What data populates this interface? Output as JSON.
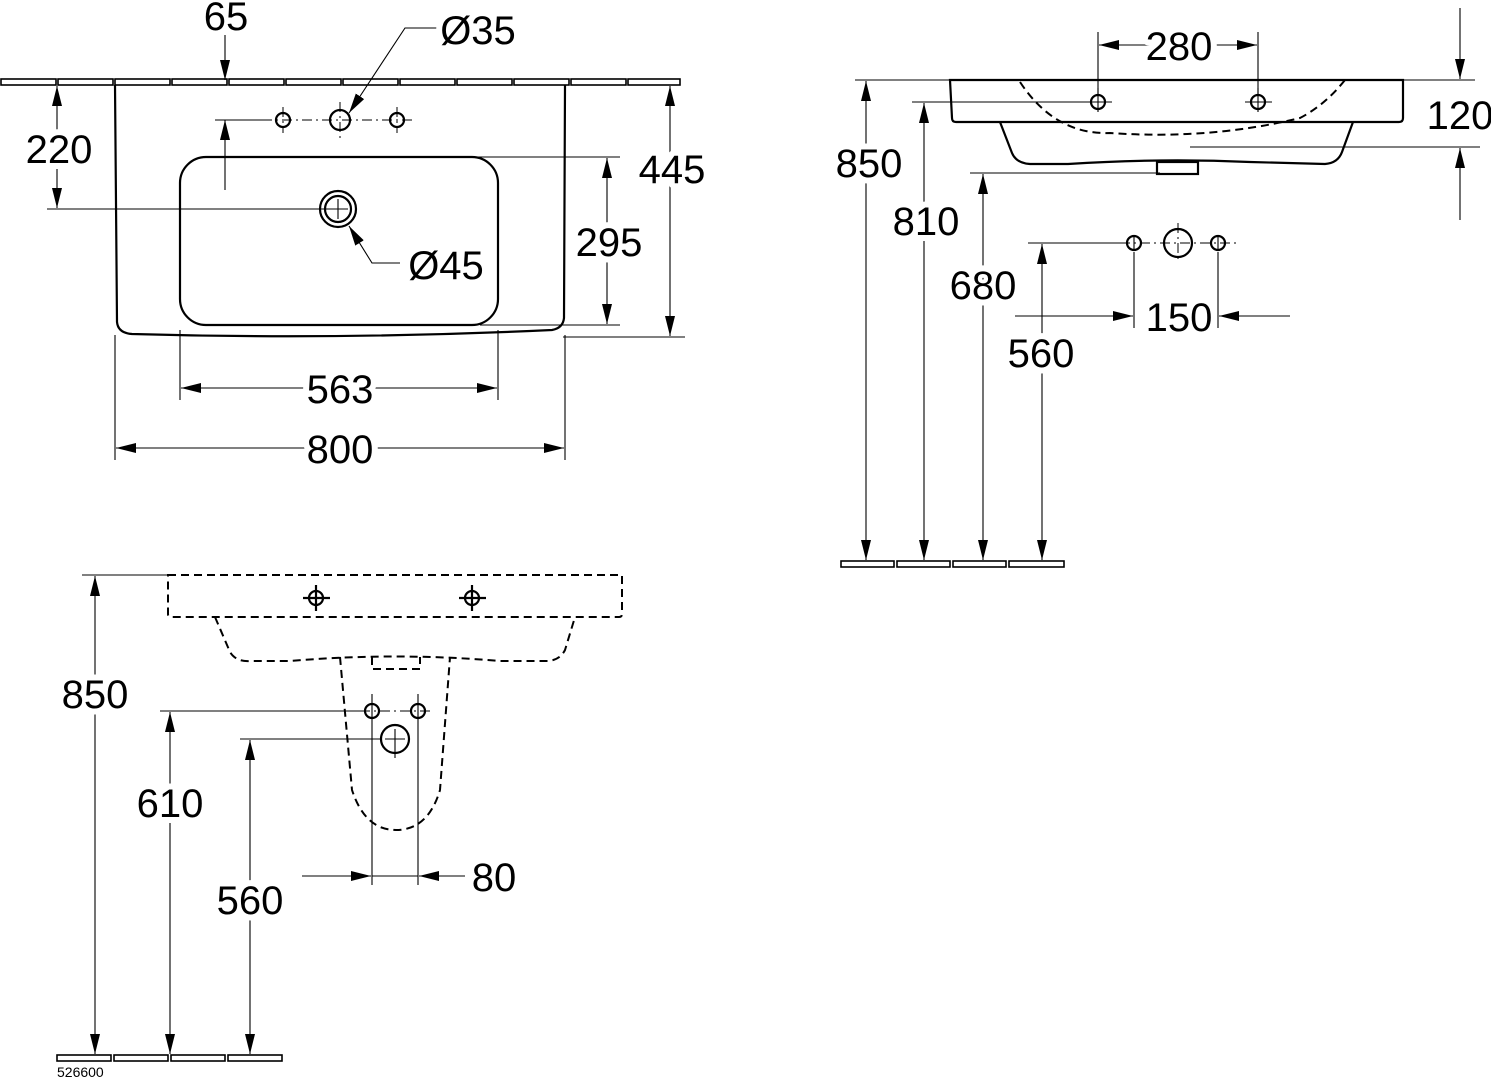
{
  "drawing": {
    "top_view": {
      "dim_65": "65",
      "dim_dia35": "Ø35",
      "dim_220": "220",
      "dim_445": "445",
      "dim_295": "295",
      "dim_dia45": "Ø45",
      "dim_563": "563",
      "dim_800": "800"
    },
    "side_view": {
      "dim_280": "280",
      "dim_120": "120",
      "dim_850": "850",
      "dim_810": "810",
      "dim_680": "680",
      "dim_560": "560",
      "dim_150": "150"
    },
    "front_view": {
      "dim_850": "850",
      "dim_610": "610",
      "dim_560": "560",
      "dim_80": "80"
    },
    "article_number": "526600",
    "colors": {
      "line": "#000000",
      "background": "#ffffff"
    }
  }
}
